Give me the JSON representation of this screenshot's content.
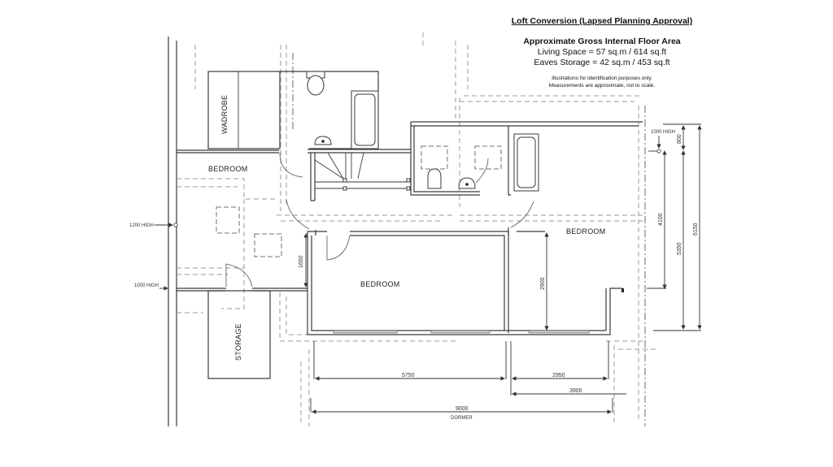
{
  "header": {
    "title": "Loft Conversion (Lapsed Planning Approval)",
    "area_heading": "Approximate Gross Internal Floor Area",
    "living_space": "Living Space = 57 sq.m / 614 sq.ft",
    "eaves_storage": "Eaves Storage = 42 sq.m / 453 sq.ft",
    "disclaimer_1": "Illustrations for identification purposes only.",
    "disclaimer_2": "Measurements are approximate, not to scale."
  },
  "rooms": {
    "wardrobe": "WADROBE",
    "bedroom_left": "BEDROOM",
    "bedroom_center": "BEDROOM",
    "bedroom_right": "BEDROOM",
    "storage": "STORAGE"
  },
  "notes": {
    "height_1200": "1200 HIGH",
    "height_1000_left": "1000 HIGH",
    "height_1000_right": "1000 HIGH",
    "dormer": "DORMER"
  },
  "dimensions": {
    "d_5750": "5750",
    "d_2950": "2950",
    "d_3900": "3900",
    "d_9000": "9000",
    "d_1650": "1650",
    "d_2900": "2900",
    "d_800": "800",
    "d_4100": "4100",
    "d_5350": "5350",
    "d_6150": "6150"
  }
}
